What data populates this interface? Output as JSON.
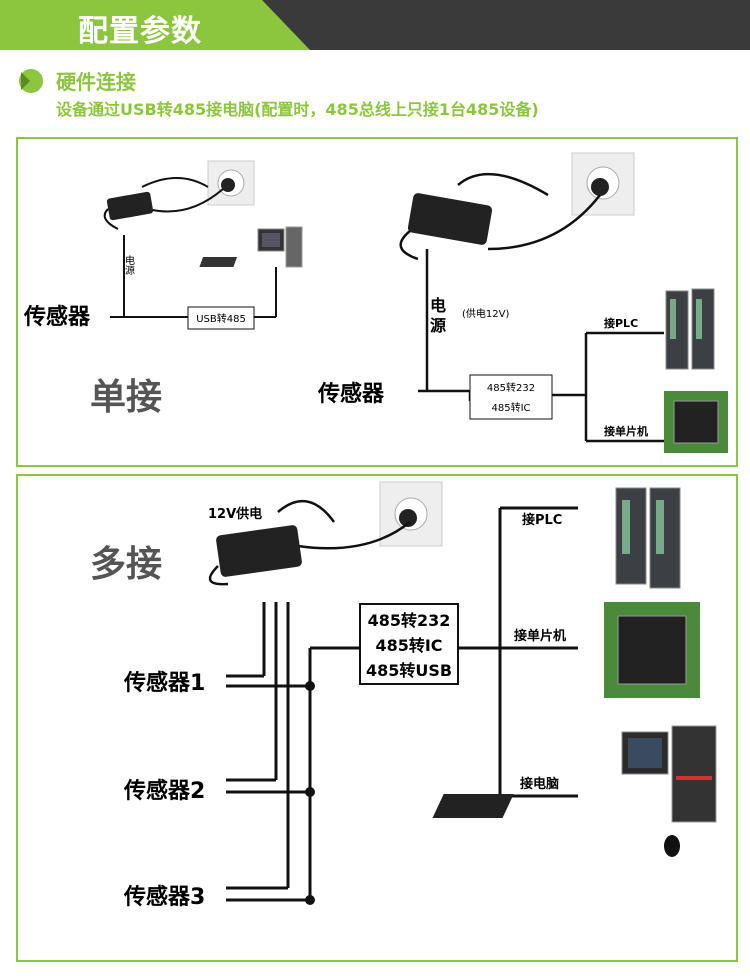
{
  "header": {
    "title": "配置参数"
  },
  "section": {
    "title": "硬件连接",
    "subtitle": "设备通过USB转485接电脑(配置时，485总线上只接1台485设备)"
  },
  "single": {
    "heading": "单接",
    "left": {
      "power_label": "电源",
      "sensor": "传感器",
      "converter": "USB转485"
    },
    "right": {
      "power_label_1": "电",
      "power_label_2": "源",
      "power_note": "(供电12V)",
      "sensor": "传感器",
      "converter_line1": "485转232",
      "converter_line2": "485转IC",
      "plc": "接PLC",
      "mcu": "接单片机"
    }
  },
  "multi": {
    "heading": "多接",
    "power_label": "12V供电",
    "converter_line1": "485转232",
    "converter_line2": "485转IC",
    "converter_line3": "485转USB",
    "plc": "接PLC",
    "mcu": "接单片机",
    "pc": "接电脑",
    "sensors": [
      "传感器1",
      "传感器2",
      "传感器3"
    ]
  },
  "colors": {
    "accent": "#8cc63f",
    "bar": "#3a3a3a",
    "line": "#000000"
  }
}
